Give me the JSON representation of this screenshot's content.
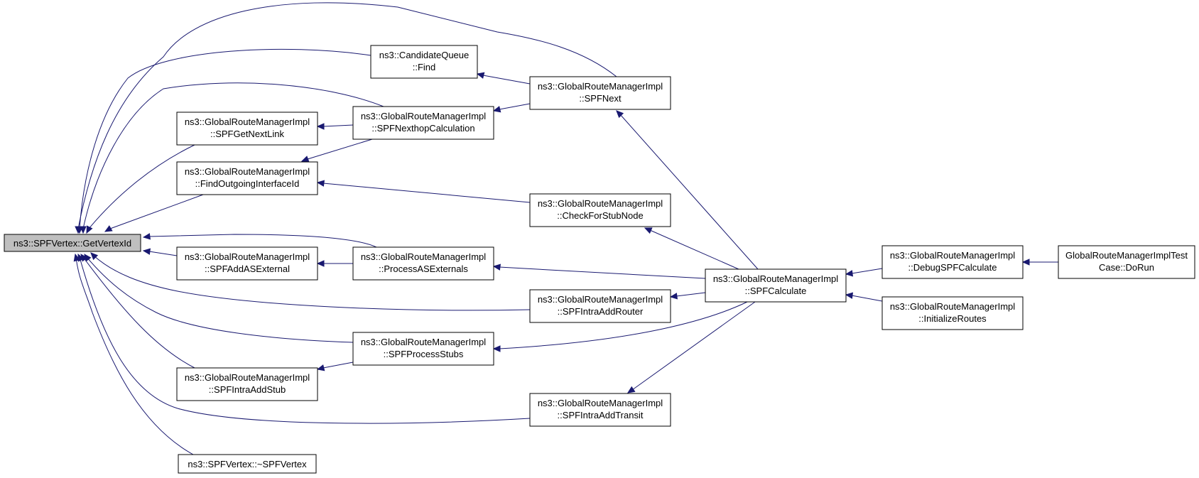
{
  "diagram": {
    "type": "call-graph",
    "nodes": [
      {
        "id": "get_vertex_id",
        "lines": [
          "ns3::SPFVertex::GetVertexId"
        ],
        "root": true
      },
      {
        "id": "candidate_find",
        "lines": [
          "ns3::CandidateQueue",
          "::Find"
        ]
      },
      {
        "id": "spf_next",
        "lines": [
          "ns3::GlobalRouteManagerImpl",
          "::SPFNext"
        ]
      },
      {
        "id": "spf_get_next_link",
        "lines": [
          "ns3::GlobalRouteManagerImpl",
          "::SPFGetNextLink"
        ]
      },
      {
        "id": "spf_nexthop_calc",
        "lines": [
          "ns3::GlobalRouteManagerImpl",
          "::SPFNexthopCalculation"
        ]
      },
      {
        "id": "find_outgoing_if",
        "lines": [
          "ns3::GlobalRouteManagerImpl",
          "::FindOutgoingInterfaceId"
        ]
      },
      {
        "id": "check_stub_node",
        "lines": [
          "ns3::GlobalRouteManagerImpl",
          "::CheckForStubNode"
        ]
      },
      {
        "id": "spf_add_as_ext",
        "lines": [
          "ns3::GlobalRouteManagerImpl",
          "::SPFAddASExternal"
        ]
      },
      {
        "id": "process_as_ext",
        "lines": [
          "ns3::GlobalRouteManagerImpl",
          "::ProcessASExternals"
        ]
      },
      {
        "id": "spf_calculate",
        "lines": [
          "ns3::GlobalRouteManagerImpl",
          "::SPFCalculate"
        ]
      },
      {
        "id": "debug_spf_calc",
        "lines": [
          "ns3::GlobalRouteManagerImpl",
          "::DebugSPFCalculate"
        ]
      },
      {
        "id": "test_do_run",
        "lines": [
          "GlobalRouteManagerImplTest",
          "Case::DoRun"
        ]
      },
      {
        "id": "spf_intra_add_router",
        "lines": [
          "ns3::GlobalRouteManagerImpl",
          "::SPFIntraAddRouter"
        ]
      },
      {
        "id": "initialize_routes",
        "lines": [
          "ns3::GlobalRouteManagerImpl",
          "::InitializeRoutes"
        ]
      },
      {
        "id": "spf_process_stubs",
        "lines": [
          "ns3::GlobalRouteManagerImpl",
          "::SPFProcessStubs"
        ]
      },
      {
        "id": "spf_intra_add_stub",
        "lines": [
          "ns3::GlobalRouteManagerImpl",
          "::SPFIntraAddStub"
        ]
      },
      {
        "id": "spf_intra_add_transit",
        "lines": [
          "ns3::GlobalRouteManagerImpl",
          "::SPFIntraAddTransit"
        ]
      },
      {
        "id": "spf_vertex_dtor",
        "lines": [
          "ns3::SPFVertex::~SPFVertex"
        ]
      }
    ],
    "edges": [
      {
        "from": "spf_next",
        "to": "get_vertex_id"
      },
      {
        "from": "candidate_find",
        "to": "get_vertex_id"
      },
      {
        "from": "spf_nexthop_calc",
        "to": "get_vertex_id"
      },
      {
        "from": "spf_get_next_link",
        "to": "get_vertex_id"
      },
      {
        "from": "find_outgoing_if",
        "to": "get_vertex_id"
      },
      {
        "from": "process_as_ext",
        "to": "get_vertex_id"
      },
      {
        "from": "spf_add_as_ext",
        "to": "get_vertex_id"
      },
      {
        "from": "spf_intra_add_router",
        "to": "get_vertex_id"
      },
      {
        "from": "spf_process_stubs",
        "to": "get_vertex_id"
      },
      {
        "from": "spf_intra_add_stub",
        "to": "get_vertex_id"
      },
      {
        "from": "spf_intra_add_transit",
        "to": "get_vertex_id"
      },
      {
        "from": "spf_vertex_dtor",
        "to": "get_vertex_id"
      },
      {
        "from": "spf_next",
        "to": "candidate_find"
      },
      {
        "from": "spf_next",
        "to": "spf_nexthop_calc"
      },
      {
        "from": "spf_nexthop_calc",
        "to": "spf_get_next_link"
      },
      {
        "from": "spf_nexthop_calc",
        "to": "find_outgoing_if"
      },
      {
        "from": "check_stub_node",
        "to": "find_outgoing_if"
      },
      {
        "from": "process_as_ext",
        "to": "spf_add_as_ext"
      },
      {
        "from": "spf_process_stubs",
        "to": "spf_intra_add_stub"
      },
      {
        "from": "spf_calculate",
        "to": "spf_next"
      },
      {
        "from": "spf_calculate",
        "to": "check_stub_node"
      },
      {
        "from": "spf_calculate",
        "to": "process_as_ext"
      },
      {
        "from": "spf_calculate",
        "to": "spf_intra_add_router"
      },
      {
        "from": "spf_calculate",
        "to": "spf_process_stubs"
      },
      {
        "from": "spf_calculate",
        "to": "spf_intra_add_transit"
      },
      {
        "from": "debug_spf_calc",
        "to": "spf_calculate"
      },
      {
        "from": "initialize_routes",
        "to": "spf_calculate"
      },
      {
        "from": "test_do_run",
        "to": "debug_spf_calc"
      }
    ],
    "colors": {
      "edge": "#191970",
      "node_border": "#000000",
      "node_fill": "#ffffff",
      "root_fill": "#bfbfbf"
    }
  }
}
